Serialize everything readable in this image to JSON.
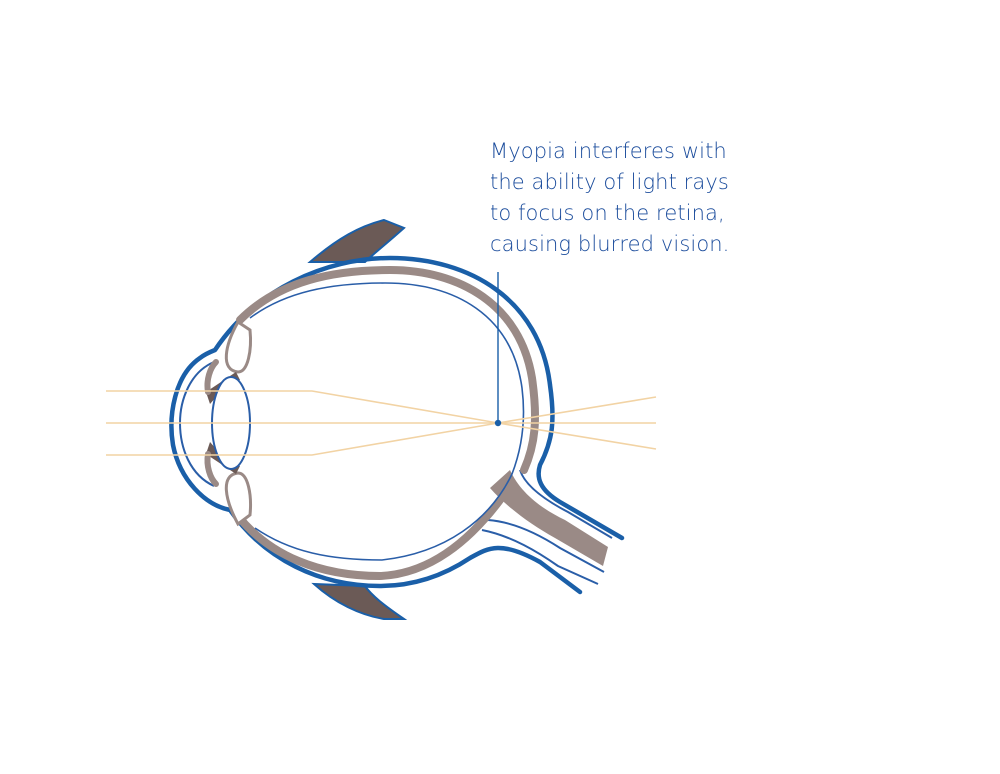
{
  "caption": {
    "lines": [
      "Myopia interferes with",
      "the ability of light rays",
      "to focus on the retina,",
      "causing blurred vision."
    ]
  },
  "colors": {
    "outline_blue": "#1a5fa8",
    "text_blue": "#1b4c9c",
    "thin_blue": "#2a5ea8",
    "choroid_gray": "#9a8a86",
    "lid_brown": "#6b5a56",
    "light_ray": "#f2d3a4",
    "background": "#ffffff"
  },
  "icons": {
    "diagram": "eye-cross-section-myopia"
  }
}
